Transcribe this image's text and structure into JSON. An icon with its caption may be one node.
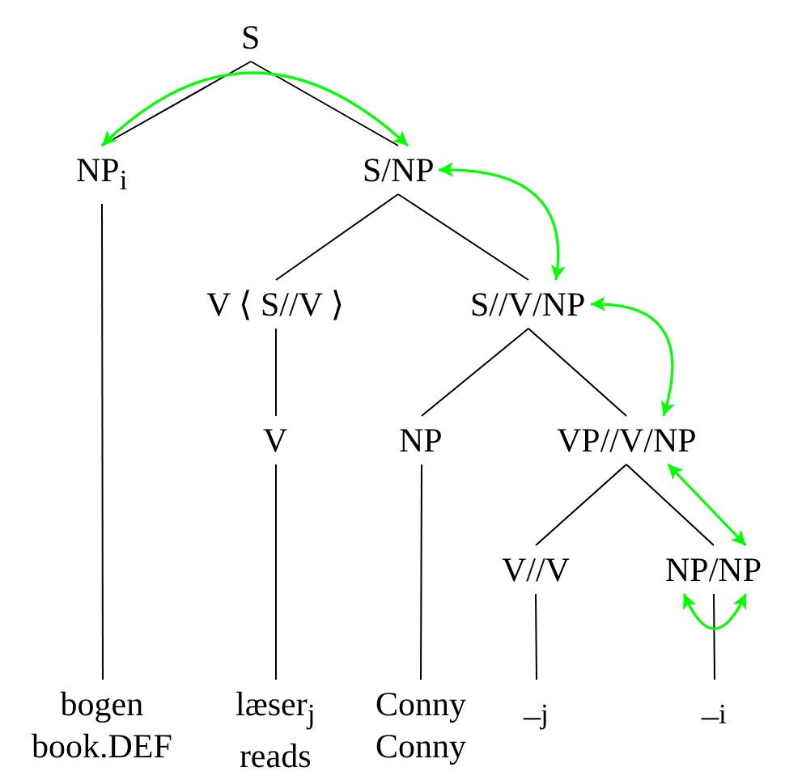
{
  "diagram": {
    "nodes": [
      {
        "text": [
          "S"
        ]
      },
      {
        "text": [
          "NP$_{i}$"
        ]
      },
      {
        "text": [
          "S/NP"
        ]
      },
      {
        "text": [
          "V ⟨ S//V ⟩"
        ]
      },
      {
        "text": [
          "S//V/NP"
        ]
      },
      {
        "text": [
          "V"
        ]
      },
      {
        "text": [
          "NP"
        ]
      },
      {
        "text": [
          "VP//V/NP"
        ]
      },
      {
        "text": [
          "V//V"
        ]
      },
      {
        "text": [
          "NP/NP"
        ]
      },
      {
        "text": [
          "bogen",
          "book.DEF"
        ]
      },
      {
        "text": [
          "læser$_{j}$",
          "reads"
        ]
      },
      {
        "text": [
          "Conny",
          "Conny"
        ]
      },
      {
        "text": [
          "_$_{j}$"
        ]
      },
      {
        "text": [
          "_$_{i}$"
        ]
      }
    ],
    "edges": [
      {
        "from": 0,
        "to": 1,
        "arrow": "none"
      },
      {
        "from": 0,
        "to": 2,
        "arrow": "none"
      },
      {
        "from": 1,
        "to": 10,
        "arrow": "none"
      },
      {
        "from": 2,
        "to": 3,
        "arrow": "none"
      },
      {
        "from": 2,
        "to": 4,
        "arrow": "none"
      },
      {
        "from": 3,
        "to": 5,
        "arrow": "none"
      },
      {
        "from": 4,
        "to": 6,
        "arrow": "none"
      },
      {
        "from": 4,
        "to": 7,
        "arrow": "none"
      },
      {
        "from": 5,
        "to": 11,
        "arrow": "none"
      },
      {
        "from": 6,
        "to": 12,
        "arrow": "none"
      },
      {
        "from": 7,
        "to": 8,
        "arrow": "none"
      },
      {
        "from": 7,
        "to": 9,
        "arrow": "none"
      },
      {
        "from": 8,
        "to": 13,
        "arrow": "none"
      },
      {
        "from": 9,
        "to": 14,
        "arrow": "none"
      },
      {
        "from": 1,
        "to": 2,
        "arrow": "both",
        "color": "#00ff00"
      },
      {
        "from": 2,
        "to": 4,
        "arrow": "both",
        "color": "#00ff00"
      },
      {
        "from": 4,
        "to": 7,
        "arrow": "both",
        "color": "#00ff00"
      },
      {
        "from": 7,
        "to": 9,
        "arrow": "both",
        "color": "#00ff00"
      },
      {
        "from": 9,
        "to": 9,
        "arrow": "both",
        "color": "#00ff00"
      }
    ]
  }
}
